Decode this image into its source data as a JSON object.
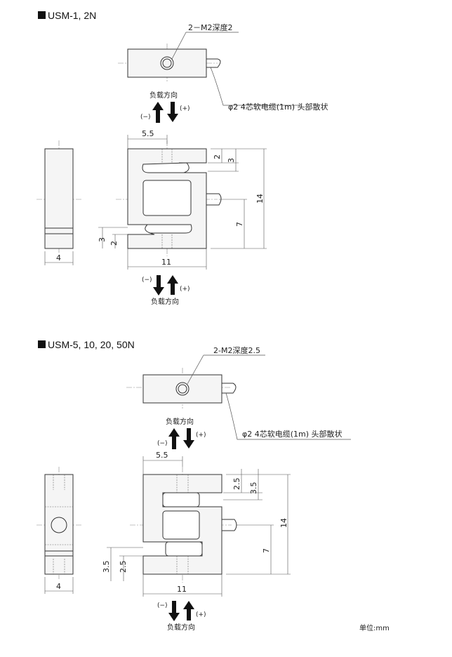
{
  "section1": {
    "title": "USM-1, 2N",
    "hole_label": "2－M2深度2",
    "cable_label": "φ2 4芯软电缆(1m) 头部散状",
    "load_direction": "负载方向",
    "minus": "(−)",
    "plus": "(+)",
    "dims": {
      "top_width": "5.5",
      "width": "11",
      "height": "14",
      "upper_2": "2",
      "upper_3": "3",
      "lower_7": "7",
      "lower_2": "2",
      "lower_3": "3",
      "side_4": "4"
    }
  },
  "section2": {
    "title": "USM-5, 10, 20, 50N",
    "hole_label": "2-M2深度2.5",
    "cable_label": "φ2 4芯软电缆(1m) 头部散状",
    "load_direction": "负载方向",
    "minus": "(−)",
    "plus": "(+)",
    "dims": {
      "top_width": "5.5",
      "width": "11",
      "height": "14",
      "upper_25": "2.5",
      "upper_35": "3.5",
      "lower_7": "7",
      "lower_25": "2.5",
      "lower_35": "3.5",
      "side_4": "4"
    }
  },
  "unit_label": "单位:mm",
  "colors": {
    "line": "#333333",
    "fill": "#f5f5f5",
    "arrow": "#111111"
  }
}
